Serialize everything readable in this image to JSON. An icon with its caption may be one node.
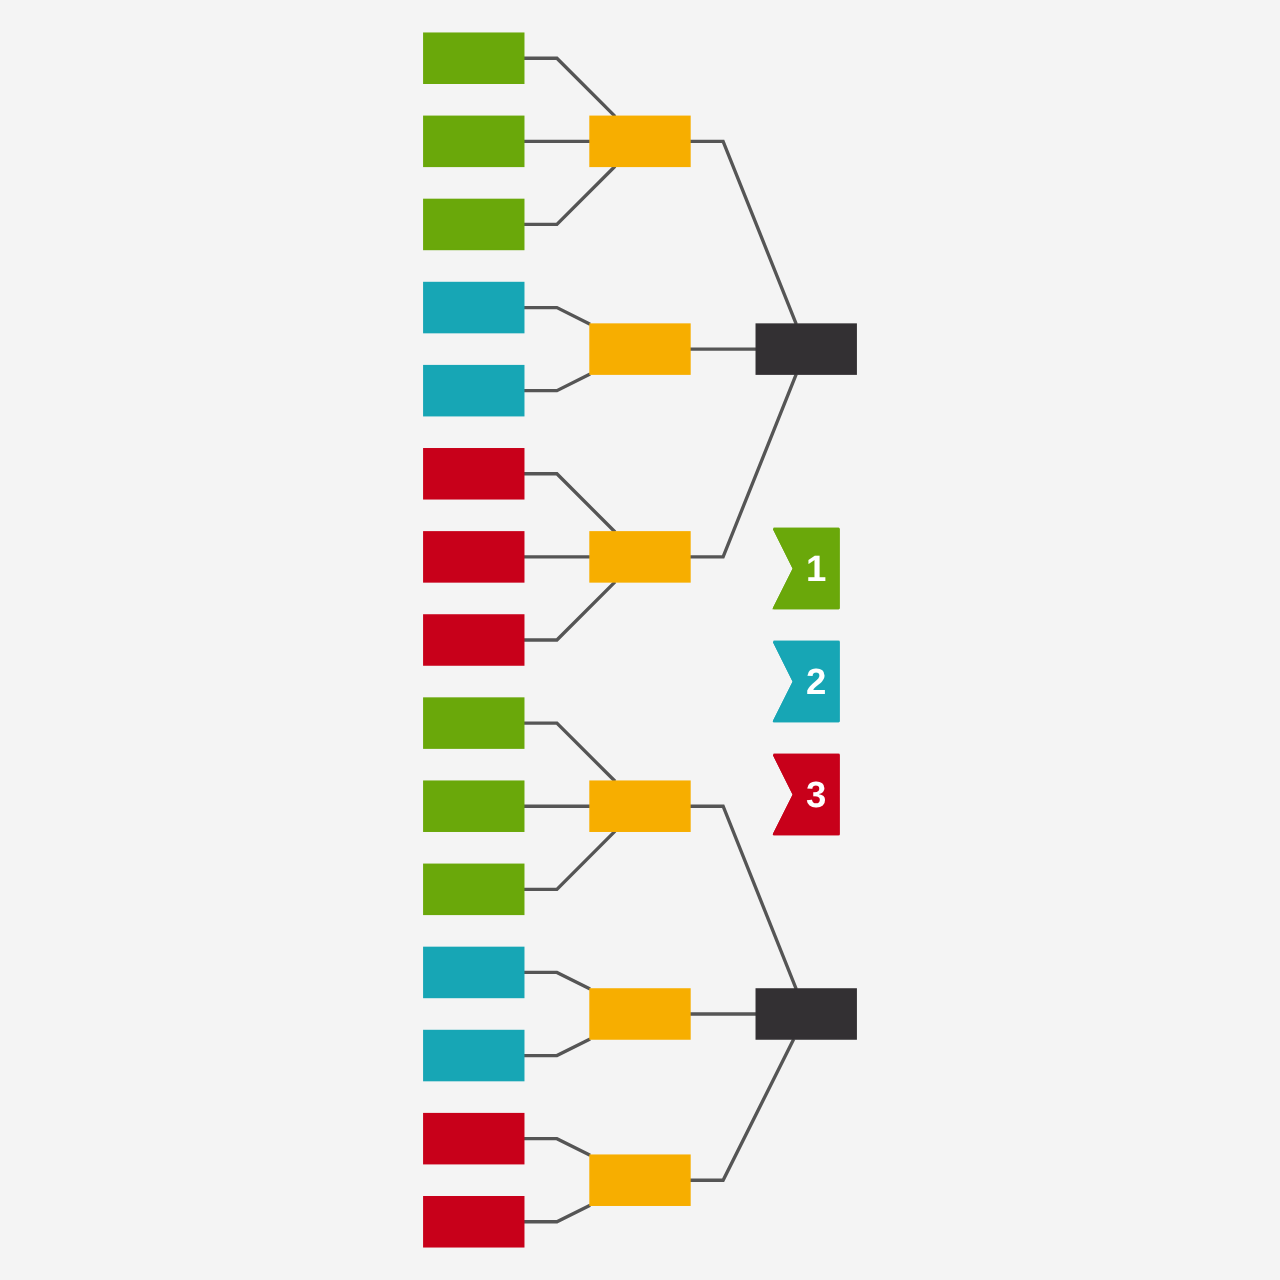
{
  "diagram": {
    "nodes": [
      {
        "text": [],
        "shape": "box"
      },
      {
        "text": [],
        "shape": "box"
      },
      {
        "text": [],
        "shape": "box"
      },
      {
        "text": [],
        "shape": "box"
      },
      {
        "text": [],
        "shape": "box"
      },
      {
        "text": [],
        "shape": "box"
      },
      {
        "text": [],
        "shape": "box"
      },
      {
        "text": [],
        "shape": "box"
      },
      {
        "text": [],
        "shape": "box"
      },
      {
        "text": [],
        "shape": "box"
      },
      {
        "text": [],
        "shape": "box"
      },
      {
        "text": [],
        "shape": "box"
      },
      {
        "text": [
          "1"
        ]
      },
      {
        "text": [
          "2"
        ]
      },
      {
        "text": [
          "3"
        ]
      },
      {
        "text": [],
        "shape": "box"
      },
      {
        "text": [],
        "shape": "box"
      },
      {
        "text": [],
        "shape": "box"
      },
      {
        "text": [],
        "shape": "box"
      },
      {
        "text": [],
        "shape": "box"
      },
      {
        "text": [],
        "shape": "box"
      },
      {
        "text": [],
        "shape": "box"
      },
      {
        "text": [],
        "shape": "box"
      },
      {
        "text": [],
        "shape": "box"
      },
      {
        "text": [],
        "shape": "box"
      },
      {
        "text": [],
        "shape": "box"
      }
    ],
    "edges": [
      {
        "from": 11,
        "to": 8,
        "arrow": "none"
      },
      {
        "from": 11,
        "to": 9,
        "arrow": "none"
      },
      {
        "from": 11,
        "to": 10,
        "arrow": "none"
      },
      {
        "from": 8,
        "to": 0,
        "arrow": "none"
      },
      {
        "from": 8,
        "to": 1,
        "arrow": "none"
      },
      {
        "from": 8,
        "to": 2,
        "arrow": "none"
      },
      {
        "from": 9,
        "to": 3,
        "arrow": "none"
      },
      {
        "from": 9,
        "to": 4,
        "arrow": "none"
      },
      {
        "from": 10,
        "to": 5,
        "arrow": "none"
      },
      {
        "from": 10,
        "to": 6,
        "arrow": "none"
      },
      {
        "from": 10,
        "to": 7,
        "arrow": "none"
      },
      {
        "from": 15,
        "to": 16,
        "arrow": "none"
      },
      {
        "from": 15,
        "to": 17,
        "arrow": "none"
      },
      {
        "from": 15,
        "to": 18,
        "arrow": "none"
      },
      {
        "from": 16,
        "to": 19,
        "arrow": "none"
      },
      {
        "from": 16,
        "to": 20,
        "arrow": "none"
      },
      {
        "from": 16,
        "to": 21,
        "arrow": "none"
      },
      {
        "from": 17,
        "to": 22,
        "arrow": "none"
      },
      {
        "from": 17,
        "to": 23,
        "arrow": "none"
      },
      {
        "from": 18,
        "to": 24,
        "arrow": "none"
      },
      {
        "from": 18,
        "to": 25,
        "arrow": "none"
      }
    ]
  }
}
